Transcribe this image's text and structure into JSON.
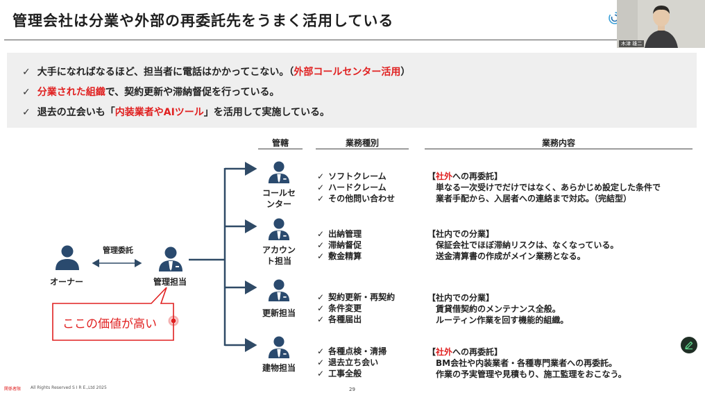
{
  "slide": {
    "title": "管理会社は分業や外部の再委託先をうまく活用している",
    "page_number": "29",
    "footer_left": "関係者限",
    "footer_copyright": "All Rights Reserved S I R E.,Ltd 2025"
  },
  "video": {
    "participant_name": "木津 雄二"
  },
  "summary": {
    "check_icon": "✓",
    "rows": [
      {
        "before": "大手になればなるほど、担当者に電話はかかってこない。（",
        "highlight": "外部コールセンター活用",
        "after": "）"
      },
      {
        "before": "",
        "highlight": "分業された組織",
        "after": "で、契約更新や滞納督促を行っている。"
      },
      {
        "before": "退去の立会いも「",
        "highlight": "内装業者やAIツール",
        "after": "」を活用して実施している。"
      }
    ]
  },
  "columns": {
    "jurisdiction": "管轄",
    "business_type": "業務種別",
    "business_content": "業務内容"
  },
  "diagram": {
    "owner_label": "オーナー",
    "manager_label": "管理担当",
    "arrow_label": "管理委託",
    "callout": "ここの価値が高い",
    "colors": {
      "icon": "#2a4a6e",
      "tie": "#ffffff",
      "accent": "#e02020",
      "line": "#2f4a66"
    },
    "branches": [
      {
        "role": [
          "コールセ",
          "ンター"
        ],
        "tasks": [
          "ソフトクレーム",
          "ハードクレーム",
          "その他問い合わせ"
        ],
        "desc_open": "【",
        "desc_red": "社外",
        "desc_close": "への再委託】",
        "desc_lines": [
          "単なる一次受けでだけではなく、あらかじめ設定した条件で",
          "業者手配から、入居者への連絡まで対応。（完結型）"
        ]
      },
      {
        "role": [
          "アカウン",
          "ト担当"
        ],
        "tasks": [
          "出納管理",
          "滞納督促",
          "敷金精算"
        ],
        "desc_open": "【社内での分業】",
        "desc_red": "",
        "desc_close": "",
        "desc_lines": [
          "保証会社でほぼ滞納リスクは、なくなっている。",
          "送金清算書の作成がメイン業務となる。"
        ]
      },
      {
        "role": [
          "更新担当"
        ],
        "tasks": [
          "契約更新・再契約",
          "条件変更",
          "各種届出"
        ],
        "desc_open": "【社内での分業】",
        "desc_red": "",
        "desc_close": "",
        "desc_lines": [
          "賃貸借契約のメンテナンス全般。",
          "ルーティン作業を回す機能的組織。"
        ]
      },
      {
        "role": [
          "建物担当"
        ],
        "tasks": [
          "各種点検・清掃",
          "退去立ち会い",
          "工事全般"
        ],
        "desc_open": "【",
        "desc_red": "社外",
        "desc_close": "への再委託】",
        "desc_lines": [
          "BM会社や内装業者・各種専門業者への再委託。",
          "作業の予実管理や見積もり、施工監理をおこなう。"
        ]
      }
    ]
  }
}
